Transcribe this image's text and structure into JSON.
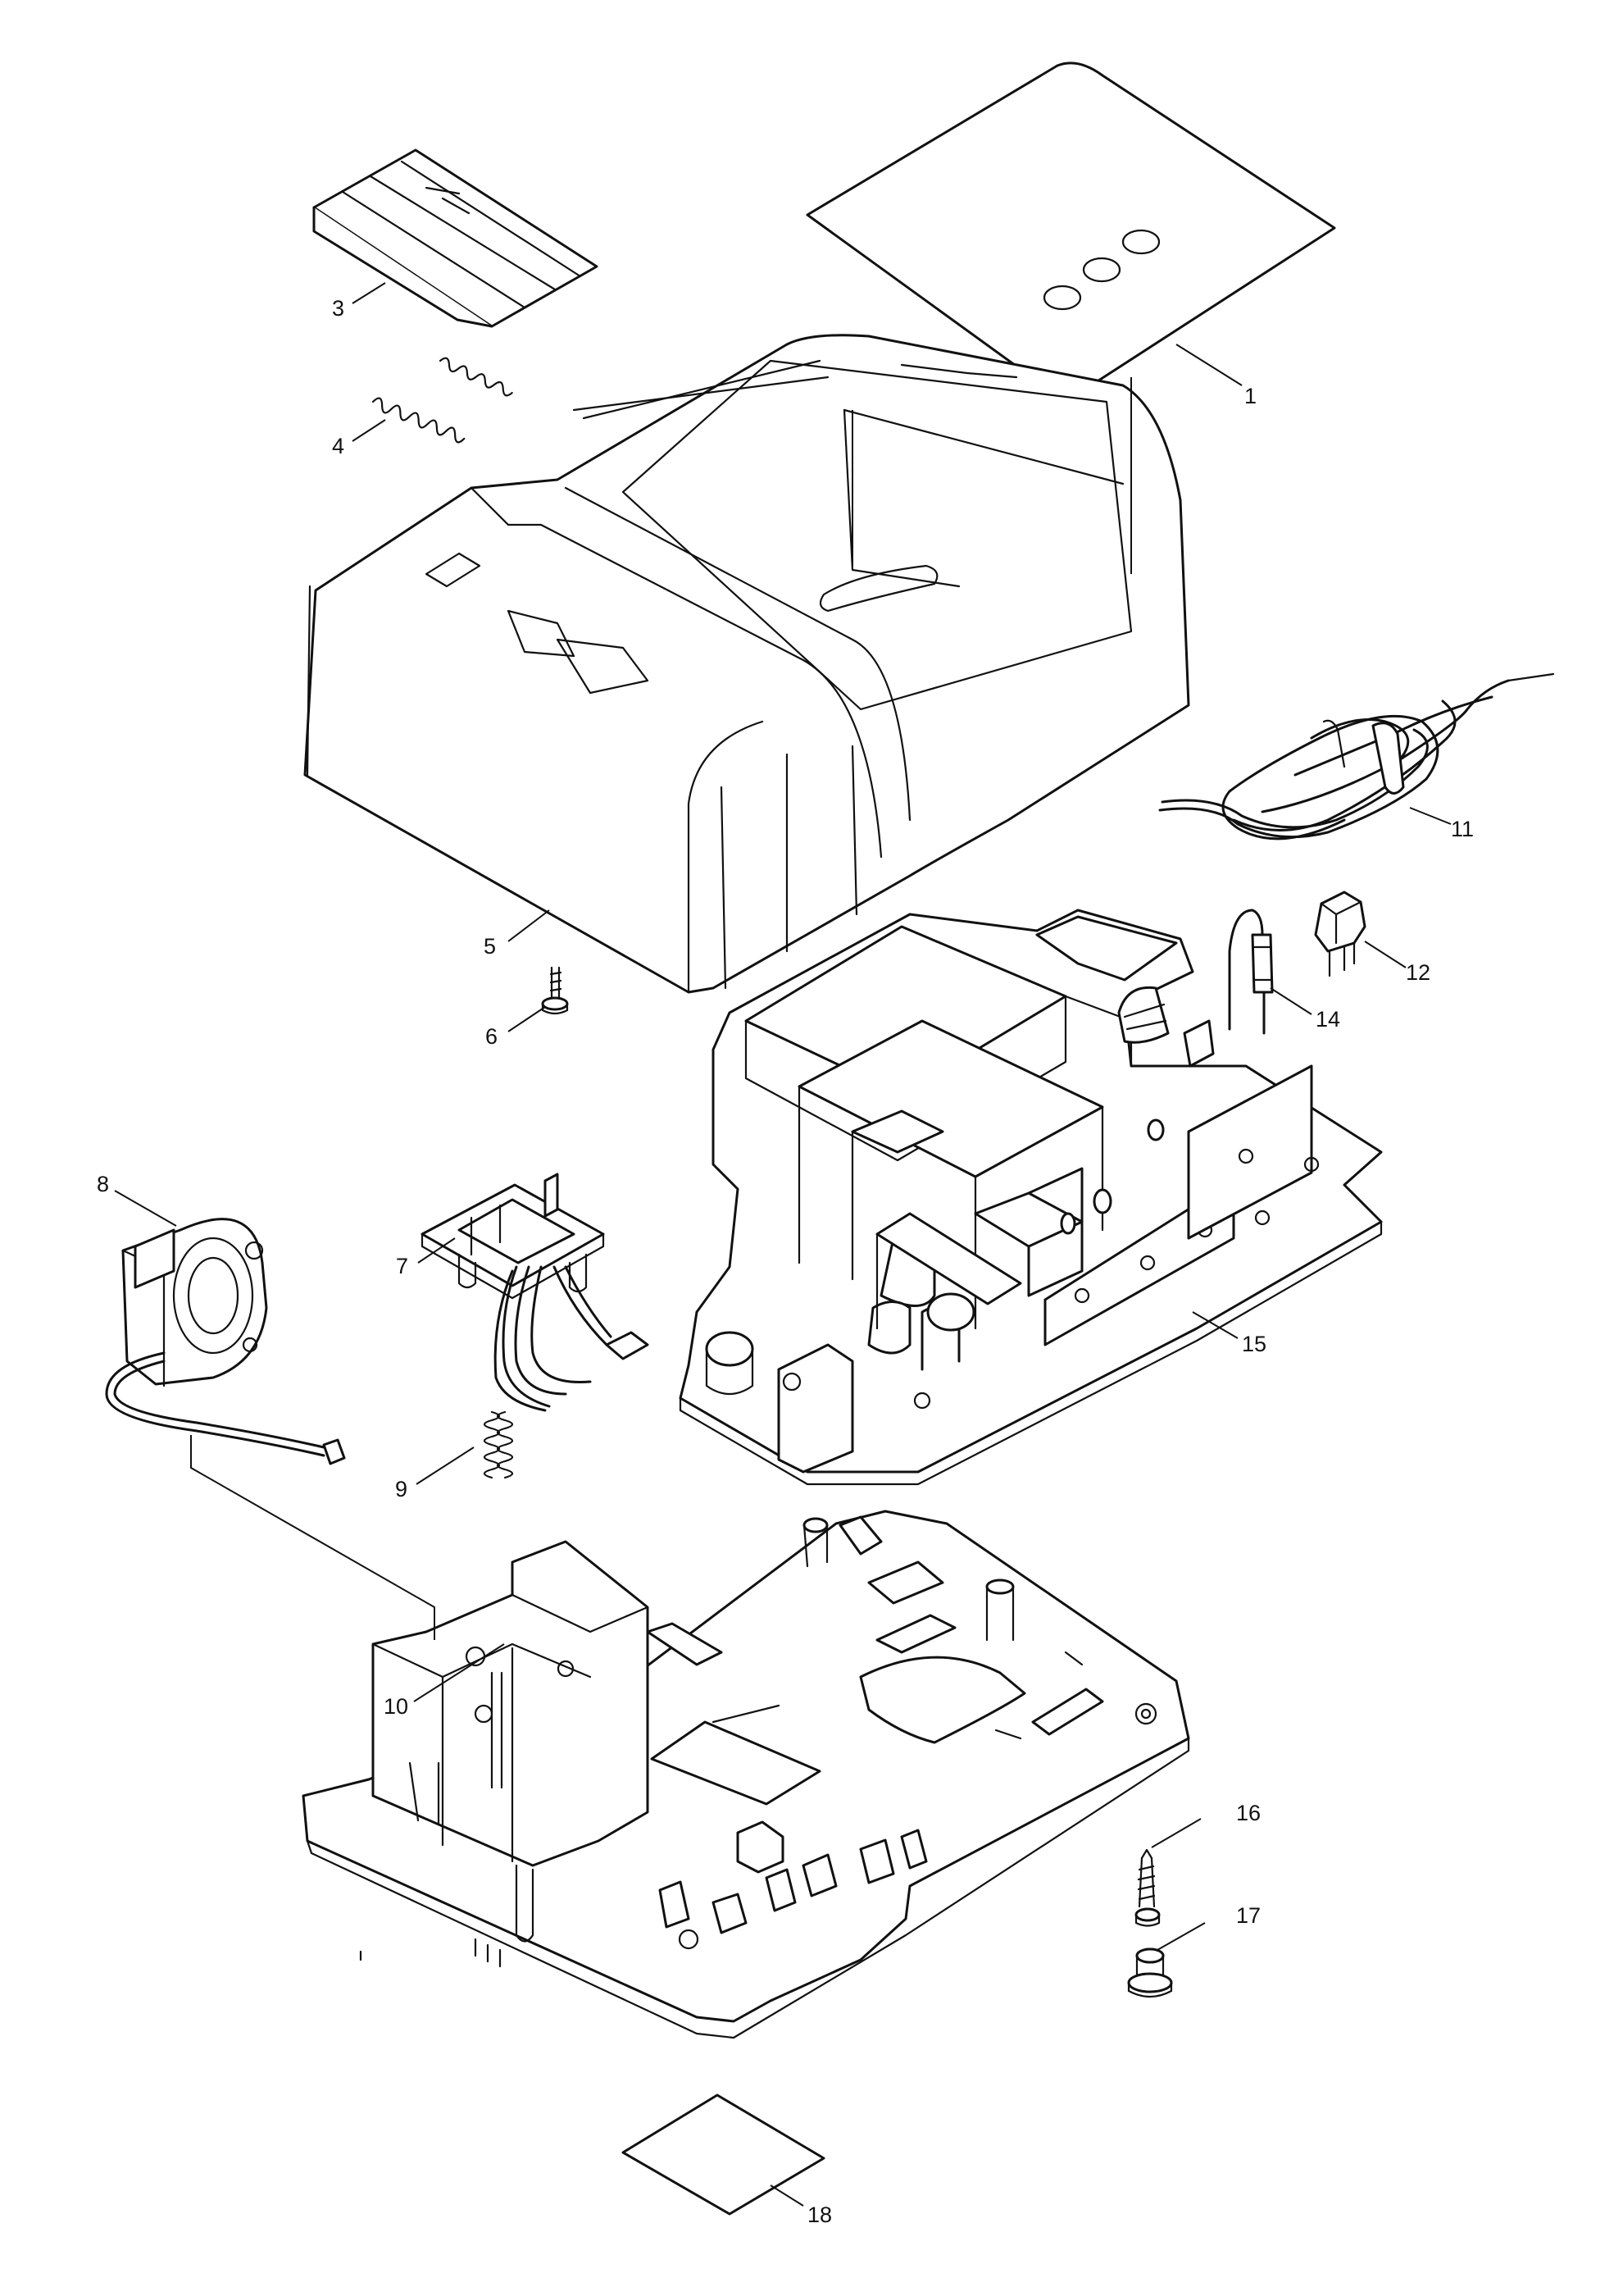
{
  "callouts": [
    "1",
    "3",
    "4",
    "5",
    "6",
    "7",
    "8",
    "9",
    "10",
    "11",
    "12",
    "14",
    "15",
    "16",
    "17",
    "18"
  ],
  "parts": [
    {
      "no": "1",
      "icon": "label-sheet"
    },
    {
      "no": "3",
      "icon": "slide-cover"
    },
    {
      "no": "4",
      "icon": "compression-spring"
    },
    {
      "no": "5",
      "icon": "charger-top-housing"
    },
    {
      "no": "6",
      "icon": "tapping-screw"
    },
    {
      "no": "7",
      "icon": "terminal-assembly"
    },
    {
      "no": "8",
      "icon": "fan-motor"
    },
    {
      "no": "9",
      "icon": "compression-spring"
    },
    {
      "no": "10",
      "icon": "charger-base-housing"
    },
    {
      "no": "11",
      "icon": "power-cord"
    },
    {
      "no": "12",
      "icon": "fuse-holder"
    },
    {
      "no": "14",
      "icon": "fuse"
    },
    {
      "no": "15",
      "icon": "circuit-board"
    },
    {
      "no": "16",
      "icon": "tapping-screw"
    },
    {
      "no": "17",
      "icon": "rubber-foot"
    },
    {
      "no": "18",
      "icon": "name-plate"
    }
  ]
}
